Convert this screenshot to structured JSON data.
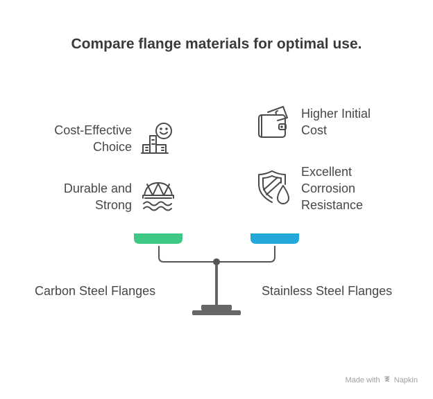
{
  "title": "Compare flange materials for optimal use.",
  "left": {
    "name": "Carbon Steel Flanges",
    "color": "#3ec785",
    "features": [
      {
        "text_lines": [
          "Cost-Effective",
          "Choice"
        ],
        "icon": "cost-effective-icon"
      },
      {
        "text_lines": [
          "Durable and",
          "Strong"
        ],
        "icon": "bridge-icon"
      }
    ]
  },
  "right": {
    "name": "Stainless Steel Flanges",
    "color": "#22a8d8",
    "features": [
      {
        "text_lines": [
          "Higher Initial",
          "Cost"
        ],
        "icon": "wallet-icon"
      },
      {
        "text_lines": [
          "Excellent",
          "Corrosion",
          "Resistance"
        ],
        "icon": "shield-drop-icon"
      }
    ]
  },
  "footer": {
    "prefix": "Made with",
    "brand": "Napkin"
  }
}
